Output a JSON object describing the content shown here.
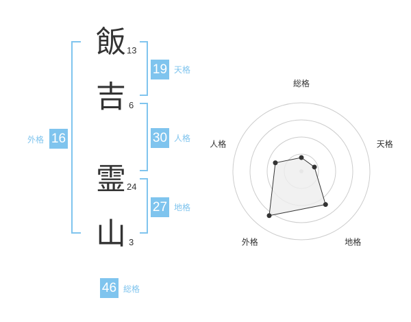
{
  "name": {
    "characters": [
      {
        "char": "飯",
        "strokes": "13"
      },
      {
        "char": "吉",
        "strokes": "6"
      },
      {
        "char": "霊",
        "strokes": "24"
      },
      {
        "char": "山",
        "strokes": "3"
      }
    ]
  },
  "fortunes": {
    "tenkaku": {
      "value": "19",
      "label": "天格"
    },
    "jinkaku": {
      "value": "30",
      "label": "人格"
    },
    "chikaku": {
      "value": "27",
      "label": "地格"
    },
    "gaikaku": {
      "value": "16",
      "label": "外格"
    },
    "soukaku": {
      "value": "46",
      "label": "総格"
    }
  },
  "chart_data": {
    "type": "radar",
    "axes": [
      "総格",
      "天格",
      "地格",
      "外格",
      "人格"
    ],
    "values": [
      0.2,
      0.2,
      0.6,
      0.8,
      0.4
    ],
    "range": [
      0,
      1
    ],
    "rings": 4,
    "grid": true,
    "color": "#333333",
    "fill": "#eeeeee"
  }
}
